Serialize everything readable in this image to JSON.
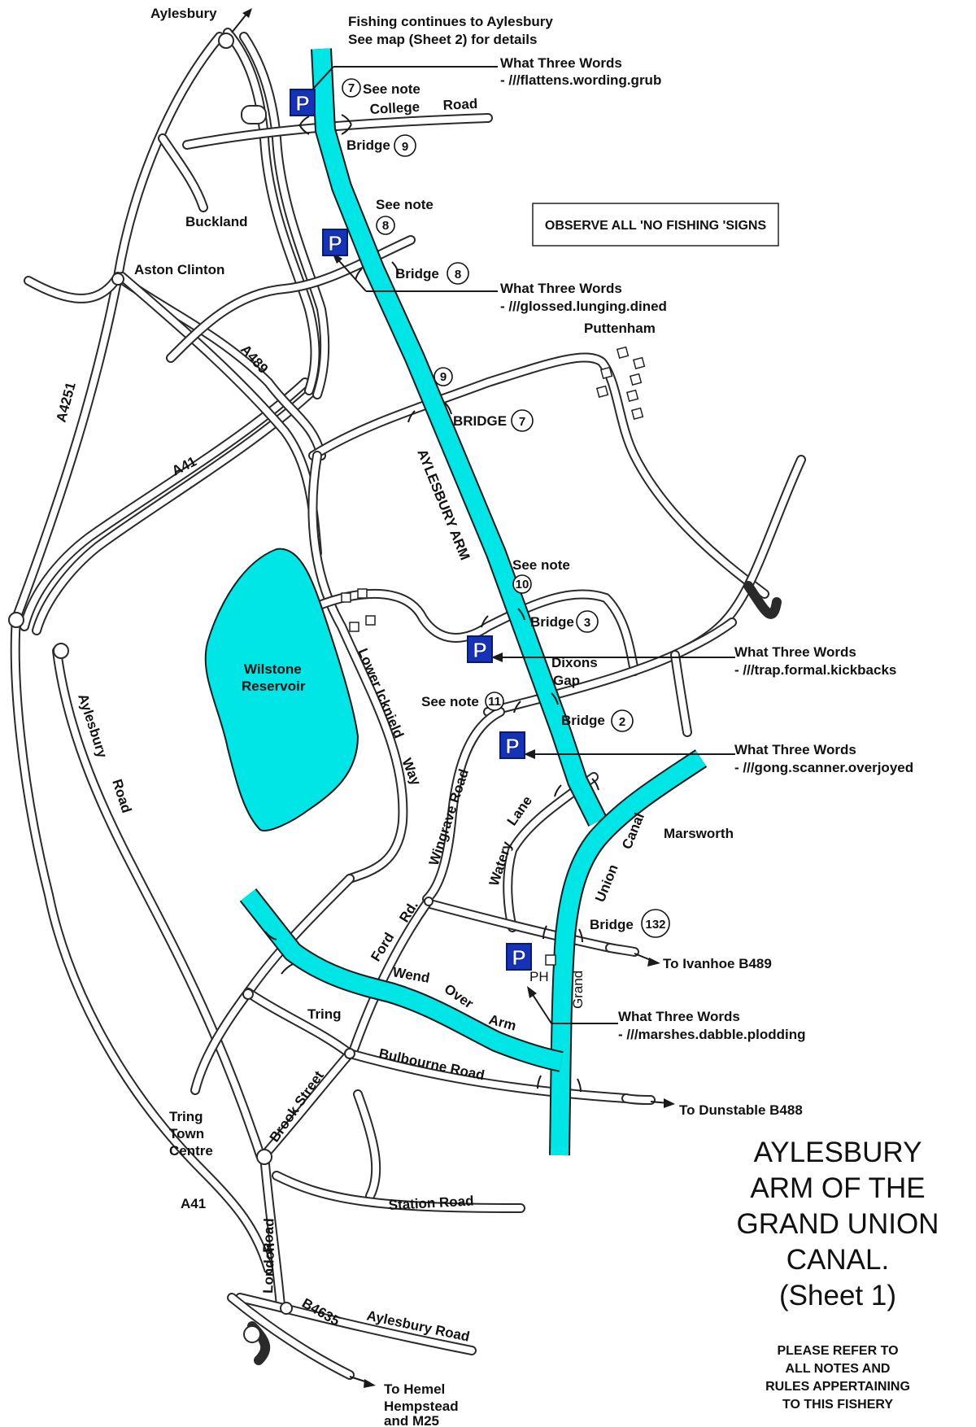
{
  "title": {
    "line1": "AYLESBURY",
    "line2": "ARM OF THE",
    "line3": "GRAND UNION",
    "line4": "CANAL.",
    "line5": "(Sheet 1)"
  },
  "footer_note": {
    "line1": "PLEASE REFER TO",
    "line2": "ALL NOTES AND",
    "line3": "RULES APPERTAINING",
    "line4": "TO THIS FISHERY"
  },
  "notice": "OBSERVE ALL 'NO FISHING 'SIGNS",
  "fishing_note": {
    "line1": "Fishing continues to Aylesbury",
    "line2": "See map (Sheet 2) for details"
  },
  "colors": {
    "canal": "#00e5e5",
    "reservoir": "#00e5e5",
    "parking": "#1433b8"
  },
  "parking": {
    "symbol": "P",
    "wtw_heading": "What Three Words",
    "sites": [
      {
        "id": "college-road",
        "code": "- ///flattens.wording.grub"
      },
      {
        "id": "bridge-8",
        "code": "- ///glossed.lunging.dined"
      },
      {
        "id": "bridge-3",
        "code": "- ///trap.formal.kickbacks"
      },
      {
        "id": "bridge-2",
        "code": "- ///gong.scanner.overjoyed"
      },
      {
        "id": "marsworth",
        "code": "- ///marshes.dabble.plodding"
      }
    ]
  },
  "see_note": "See note",
  "note_numbers": {
    "n7": "7",
    "n8": "8",
    "n9": "9",
    "n10": "10",
    "n11": "11"
  },
  "bridges": {
    "word": "Bridge",
    "word_caps": "BRIDGE",
    "b9": "9",
    "b8": "8",
    "b7": "7",
    "b3": "3",
    "b2": "2",
    "b132": "132"
  },
  "places": {
    "aylesbury": "Aylesbury",
    "buckland": "Buckland",
    "aston_clinton": "Aston Clinton",
    "puttenham": "Puttenham",
    "dixons": "Dixons",
    "gap": "Gap",
    "marsworth": "Marsworth",
    "tring": "Tring",
    "tring_town": "Tring",
    "town": "Town",
    "centre": "Centre",
    "ph": "PH",
    "wilstone": "Wilstone",
    "reservoir": "Reservoir"
  },
  "roads": {
    "college": "College",
    "road": "Road",
    "a489": "A489",
    "a4251": "A4251",
    "a41": "A41",
    "a41_south": "A41",
    "aylesbury_road": "Aylesbury",
    "aylesbury_road_road": "Road",
    "lower_icknield": "Lower Icknield",
    "way": "Way",
    "wingrave_road": "Wingrave Road",
    "watery": "Watery",
    "lane": "Lane",
    "ford": "Ford",
    "rd": "Rd.",
    "bulbourne_road": "Bulbourne Road",
    "brook_street": "Brook Street",
    "station_road": "Station Road",
    "london": "London",
    "london_road": "Road",
    "b4635": "B4635",
    "aylesbury_road_south": "Aylesbury Road"
  },
  "canals": {
    "aylesbury_arm": "AYLESBURY ARM",
    "grand": "Grand",
    "union": "Union",
    "canal": "Canal",
    "wend": "Wend",
    "over": "Over",
    "arm": "Arm"
  },
  "destinations": {
    "ivanhoe": "To Ivanhoe B489",
    "dunstable": "To Dunstable B488",
    "hemel1": "To Hemel",
    "hemel2": "Hempstead",
    "hemel3": "and M25"
  }
}
